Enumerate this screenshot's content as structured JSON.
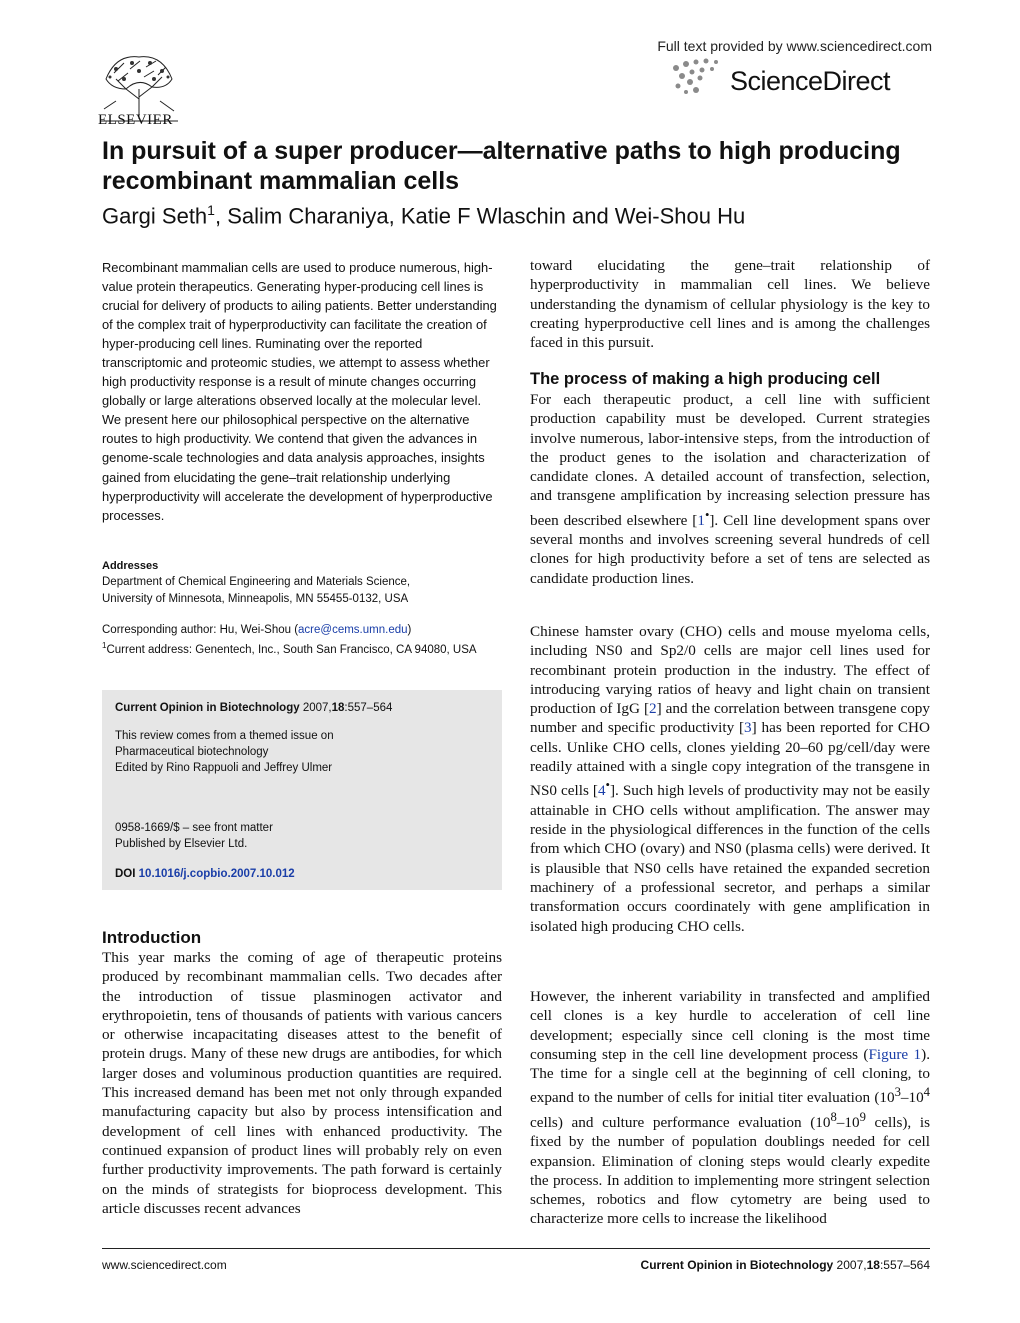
{
  "header": {
    "publisher": "ELSEVIER",
    "full_text_note": "Full text provided by www.sciencedirect.com",
    "sciencedirect": "ScienceDirect"
  },
  "article": {
    "title": "In pursuit of a super producer—alternative paths to high producing recombinant mammalian cells",
    "authors": {
      "first": "Gargi Seth",
      "first_sup": "1",
      "rest": ", Salim Charaniya, Katie F Wlaschin and Wei-Shou Hu"
    },
    "abstract": "Recombinant mammalian cells are used to produce numerous, high-value protein therapeutics. Generating hyper-producing cell lines is crucial for delivery of products to ailing patients. Better understanding of the complex trait of hyperproductivity can facilitate the creation of hyper-producing cell lines. Ruminating over the reported transcriptomic and proteomic studies, we attempt to assess whether high productivity response is a result of minute changes occurring globally or large alterations observed locally at the molecular level. We present here our philosophical perspective on the alternative routes to high productivity. We contend that given the advances in genome-scale technologies and data analysis approaches, insights gained from elucidating the gene–trait relationship underlying hyperproductivity will accelerate the development of hyperproductive processes.",
    "addresses": {
      "heading": "Addresses",
      "line1": "Department of Chemical Engineering and Materials Science,",
      "line2": "University of Minnesota, Minneapolis, MN 55455-0132, USA"
    },
    "corresponding": {
      "prefix": "Corresponding author: Hu, Wei-Shou (",
      "email": "acre@cems.umn.edu",
      "suffix": ")"
    },
    "current_address": {
      "sup": "1",
      "text": "Current address: Genentech, Inc., South San Francisco, CA 94080, USA"
    },
    "info_box": {
      "journal": "Current Opinion in Biotechnology",
      "year": "2007,",
      "volume": "18",
      "pages": ":557–564",
      "theme_line1": "This review comes from a themed issue on",
      "theme_line2": "Pharmaceutical biotechnology",
      "theme_line3": "Edited by Rino Rappuoli and Jeffrey Ulmer",
      "issn": "0958-1669/$ – see front matter",
      "published_by": "Published by Elsevier Ltd.",
      "doi_label": "DOI",
      "doi": "10.1016/j.copbio.2007.10.012"
    },
    "introduction": {
      "heading": "Introduction",
      "text": "This year marks the coming of age of therapeutic proteins produced by recombinant mammalian cells. Two decades after the introduction of tissue plasminogen activator and erythropoietin, tens of thousands of patients with various cancers or otherwise incapacitating diseases attest to the benefit of protein drugs. Many of these new drugs are antibodies, for which larger doses and voluminous production quantities are required. This increased demand has been met not only through expanded manufacturing capacity but also by process intensification and development of cell lines with enhanced productivity. The continued expansion of product lines will probably rely on even further productivity improvements. The path forward is certainly on the minds of strategists for bioprocess development. This article discusses recent advances"
    },
    "right_continuation": "toward elucidating the gene–trait relationship of hyperproductivity in mammalian cell lines. We believe understanding the dynamism of cellular physiology is the key to creating hyperproductive cell lines and is among the challenges faced in this pursuit.",
    "process": {
      "heading": "The process of making a high producing cell",
      "p1_a": "For each therapeutic product, a cell line with sufficient production capability must be developed. Current strategies involve numerous, labor-intensive steps, from the introduction of the product genes to the isolation and characterization of candidate clones. A detailed account of transfection, selection, and transgene amplification by increasing selection pressure has been described elsewhere [",
      "p1_ref": "1",
      "p1_b": "]. Cell line development spans over several months and involves screening several hundreds of cell clones for high productivity before a set of tens are selected as candidate production lines.",
      "p2_a": "Chinese hamster ovary (CHO) cells and mouse myeloma cells, including NS0 and Sp2/0 cells are major cell lines used for recombinant protein production in the industry. The effect of introducing varying ratios of heavy and light chain on transient production of IgG [",
      "p2_ref2": "2",
      "p2_b": "] and the correlation between transgene copy number and specific productivity [",
      "p2_ref3": "3",
      "p2_c": "] has been reported for CHO cells. Unlike CHO cells, clones yielding 20–60 pg/cell/day were readily attained with a single copy integration of the transgene in NS0 cells [",
      "p2_ref4": "4",
      "p2_d": "]. Such high levels of productivity may not be easily attainable in CHO cells without amplification. The answer may reside in the physiological differences in the function of the cells from which CHO (ovary) and NS0 (plasma cells) were derived. It is plausible that NS0 cells have retained the expanded secretion machinery of a professional secretor, and perhaps a similar transformation occurs coordinately with gene amplification in isolated high producing CHO cells.",
      "p3_a": "However, the inherent variability in transfected and amplified cell clones is a key hurdle to acceleration of cell line development; especially since cell cloning is the most time consuming step in the cell line development process (",
      "p3_fig": "Figure 1",
      "p3_b": "). The time for a single cell at the beginning of cell cloning, to expand to the number of cells for initial titer evaluation (10",
      "p3_e1": "3",
      "p3_c": "–10",
      "p3_e2": "4",
      "p3_d": " cells) and culture performance evaluation (10",
      "p3_e3": "8",
      "p3_e": "–10",
      "p3_e4": "9",
      "p3_f": " cells), is fixed by the number of population doublings needed for cell expansion. Elimination of cloning steps would clearly expedite the process. In addition to implementing more stringent selection schemes, robotics and flow cytometry are being used to characterize more cells to increase the likelihood"
    }
  },
  "footer": {
    "left": "www.sciencedirect.com",
    "journal": "Current Opinion in Biotechnology",
    "year": "2007,",
    "volume": "18",
    "pages": ":557–564"
  },
  "colors": {
    "link": "#1a3ea8",
    "info_box_bg": "#e6e6e6"
  }
}
